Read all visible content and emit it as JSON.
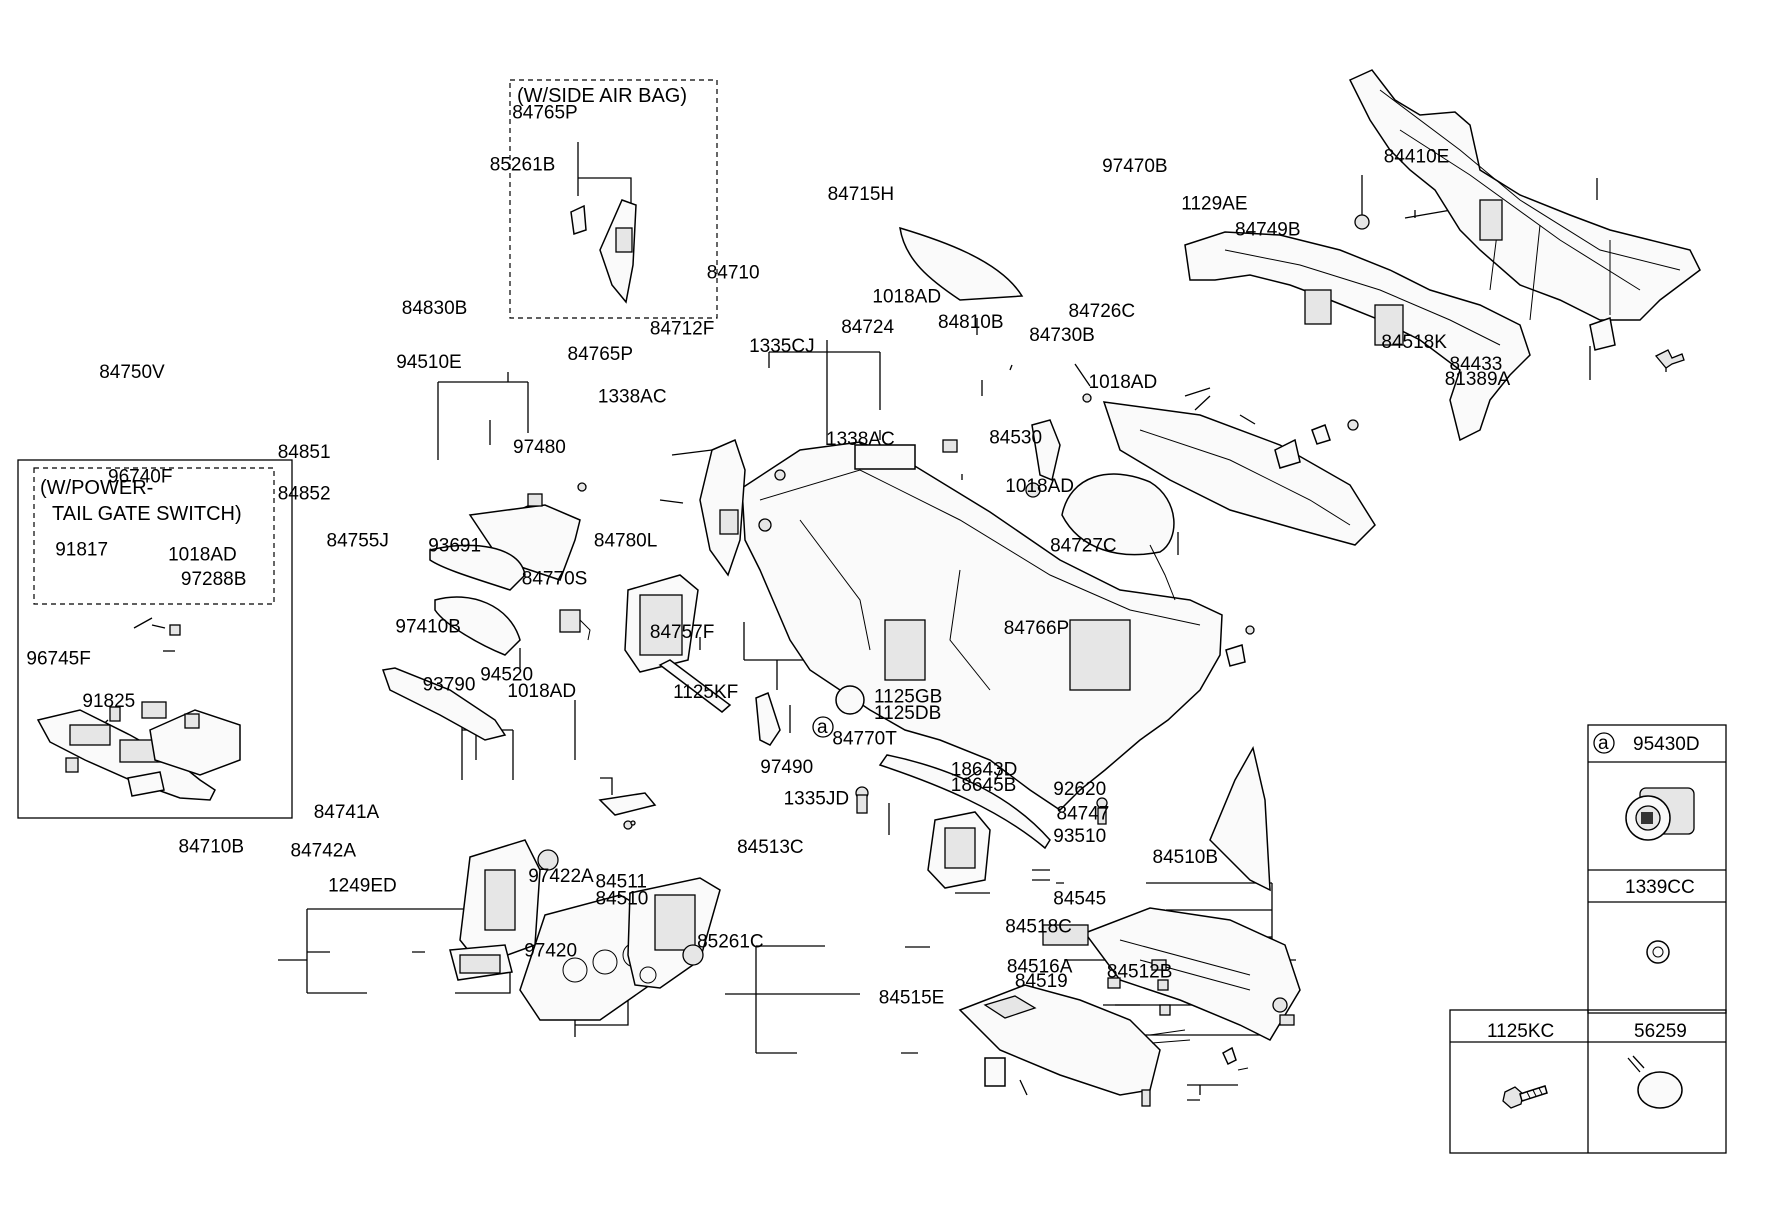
{
  "parts": {
    "p84765P_top": "84765P",
    "p85261B_top": "85261B",
    "p84715H": "84715H",
    "p97470B": "97470B",
    "p1129AE": "1129AE",
    "p84749B": "84749B",
    "p84410E": "84410E",
    "p84518K": "84518K",
    "p84433": "84433",
    "p81389A": "81389A",
    "p84710": "84710",
    "p84712F": "84712F",
    "p1335CJ": "1335CJ",
    "p1018AD_top": "1018AD",
    "p84724": "84724",
    "p84810B": "84810B",
    "p84726C": "84726C",
    "p84730B": "84730B",
    "p1018AD_right": "1018AD",
    "p1338AC_a": "1338AC",
    "p84530": "84530",
    "p1018AD_mid": "1018AD",
    "p84727C": "84727C",
    "p84830B": "84830B",
    "p94510E": "94510E",
    "p84851": "84851",
    "p84852": "84852",
    "p93691": "93691",
    "p84755J": "84755J",
    "p84765P_mid": "84765P",
    "p1338AC_b": "1338AC",
    "p97480": "97480",
    "p84780L": "84780L",
    "p84770S": "84770S",
    "p84757F": "84757F",
    "p1125KF": "1125KF",
    "p1125GB": "1125GB",
    "p1125DB": "1125DB",
    "p84770T": "84770T",
    "p97490": "97490",
    "p84766P": "84766P",
    "p84750V": "84750V",
    "p96740F": "96740F",
    "p91817": "91817",
    "p1018AD_left": "1018AD",
    "p97288B": "97288B",
    "p96745F": "96745F",
    "p91825": "91825",
    "p97410B": "97410B",
    "p93790": "93790",
    "p94520": "94520",
    "p1018AD_low": "1018AD",
    "p84741A": "84741A",
    "p84710B": "84710B",
    "p84742A": "84742A",
    "p1249ED": "1249ED",
    "p97422A": "97422A",
    "p97420": "97420",
    "p18643D": "18643D",
    "p18645B": "18645B",
    "p92620": "92620",
    "p1335JD": "1335JD",
    "p84747": "84747",
    "p93510": "93510",
    "p84513C": "84513C",
    "p84510B": "84510B",
    "p84511": "84511",
    "p84510": "84510",
    "p84545": "84545",
    "p84518C": "84518C",
    "p85261C": "85261C",
    "p84516A": "84516A",
    "p84512B": "84512B",
    "p84519": "84519",
    "p84515E": "84515E"
  },
  "frames": {
    "side_air_bag": "(W/SIDE AIR BAG)",
    "power_tailgate_line1": "(W/POWER-",
    "power_tailgate_line2": "TAIL GATE SWITCH)"
  },
  "callout_marker": "a",
  "legend": {
    "marker": "a",
    "cells": [
      "95430D",
      "1339CC",
      "1125KC",
      "56259"
    ]
  }
}
